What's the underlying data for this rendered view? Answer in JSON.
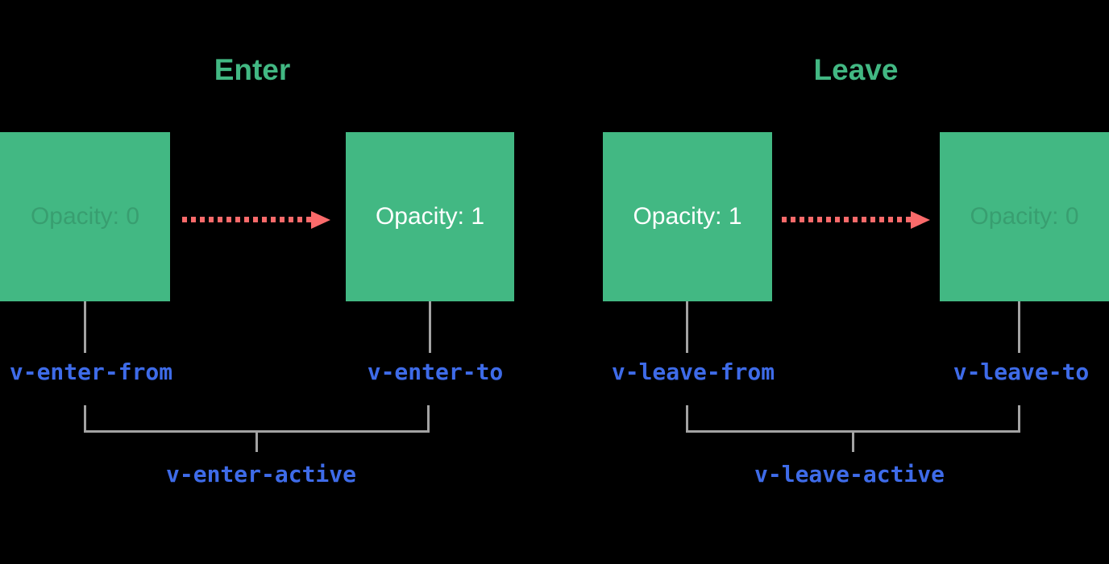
{
  "diagram": {
    "enter": {
      "title": "Enter",
      "from_box": "Opacity: 0",
      "to_box": "Opacity: 1",
      "from_class": "v-enter-from",
      "to_class": "v-enter-to",
      "active_class": "v-enter-active"
    },
    "leave": {
      "title": "Leave",
      "from_box": "Opacity: 1",
      "to_box": "Opacity: 0",
      "from_class": "v-leave-from",
      "to_class": "v-leave-to",
      "active_class": "v-leave-active"
    },
    "colors": {
      "background": "#000000",
      "box_green": "#42b883",
      "title_green": "#42b883",
      "class_label_blue": "#3e6be8",
      "arrow_red": "#fa6a6a",
      "connector_gray": "#a3a3a3",
      "box_text_white": "#ffffff",
      "box_text_faded": "rgba(0,0,0,0.14)"
    }
  }
}
